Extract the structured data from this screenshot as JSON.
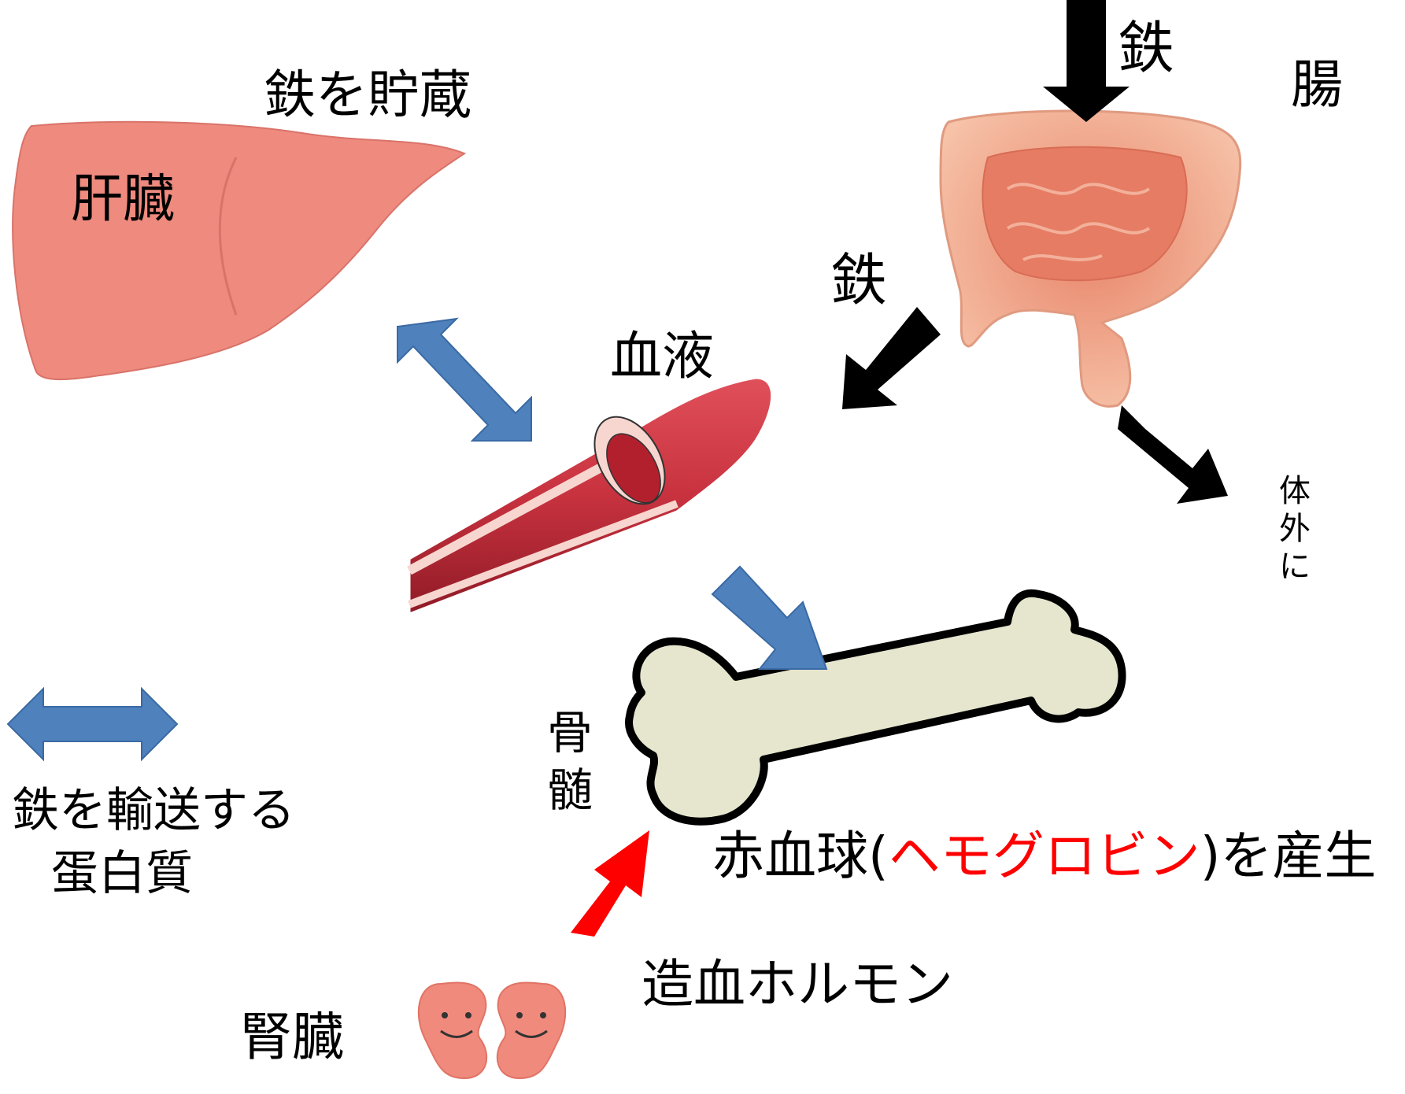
{
  "labels": {
    "iron_storage": "鉄を貯蔵",
    "liver": "肝臓",
    "iron_top": "鉄",
    "intestine": "腸",
    "iron_middle": "鉄",
    "blood": "血液",
    "excretion": [
      "体",
      "外",
      "に"
    ],
    "bone_marrow": [
      "骨",
      "髄"
    ],
    "transport_protein_line1": "鉄を輸送する",
    "transport_protein_line2": "蛋白質",
    "rbc_prefix": "赤血球(",
    "rbc_highlight": "ヘモグロビン",
    "rbc_suffix": ")を産生",
    "hormone": "造血ホルモン",
    "kidney": "腎臓"
  },
  "colors": {
    "blue_arrow": "#4f81bd",
    "black_arrow": "#000000",
    "red_arrow": "#ff0000",
    "highlight_text": "#ff0000",
    "liver": "#ee8a7e",
    "intestine": "#f2b49a",
    "vessel": "#c8323f",
    "bone": "#e6e6cf",
    "kidney": "#f08a7c"
  },
  "icons": [
    "liver-icon",
    "intestine-icon",
    "blood-vessel-icon",
    "bone-icon",
    "kidney-icon"
  ]
}
